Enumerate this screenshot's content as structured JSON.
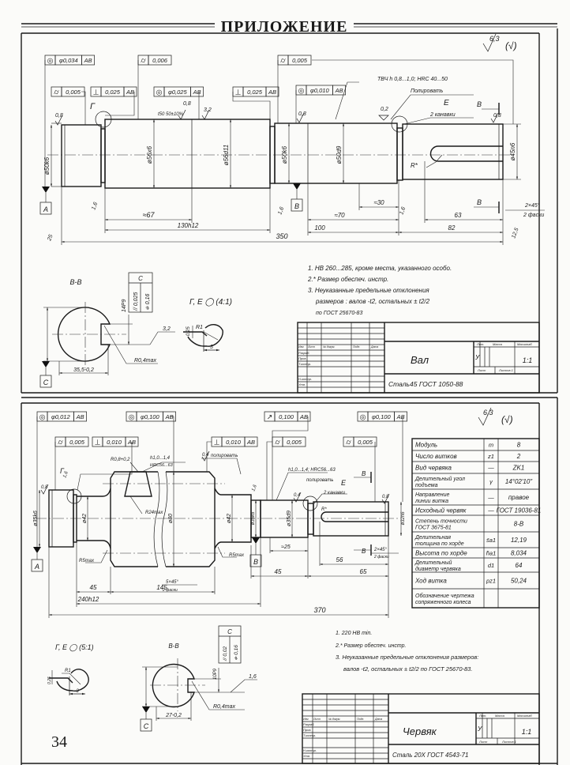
{
  "header": {
    "title": "ПРИЛОЖЕНИЕ"
  },
  "page_number": "34",
  "sheet1": {
    "general_roughness": "6,3",
    "other_roughness": "(√)",
    "tolerances": [
      {
        "symbol": "concentricity",
        "value": "φ0,034",
        "base": "AB"
      },
      {
        "symbol": "cylindricity",
        "value": "0,006"
      },
      {
        "symbol": "cylindricity",
        "value": "0,005"
      },
      {
        "symbol": "cylindricity",
        "value": "0,005"
      },
      {
        "symbol": "perpendicularity",
        "value": "0,025",
        "base": "AB"
      },
      {
        "symbol": "concentricity",
        "value": "φ0,025",
        "base": "AB"
      },
      {
        "symbol": "perpendicularity",
        "value": "0,025",
        "base": "AB"
      },
      {
        "symbol": "concentricity",
        "value": "φ0,010",
        "base": "AB"
      }
    ],
    "diameters": [
      "ø50k6",
      "ø56x6",
      "ø56d11",
      "ø50k6",
      "ø50d9",
      "ø45n6"
    ],
    "roughness": [
      "0,8",
      "0,8",
      "3,2",
      "0,8",
      "0,2",
      "0,8",
      "1,6",
      "1,6",
      "1,6",
      "25",
      "12,5"
    ],
    "length_note": "t50 50±10%",
    "dimensions": [
      "350",
      "130h12",
      "≈67",
      "100",
      "≈70",
      "≈30",
      "82",
      "63"
    ],
    "annotations": {
      "hardening": "ТВЧ h 0,8...1,0; HRC 40...50",
      "polish": "Полировать",
      "detail_e": "Е",
      "grooves": "2 канавки",
      "detail_g": "Г",
      "section_mark": "В",
      "chamfer": "2×45°",
      "chamfer_count": "2 фаски",
      "radius": "R*"
    },
    "datums": [
      "A",
      "B",
      "C"
    ],
    "section": {
      "title": "В-В",
      "width_dim": "35,5-0,2",
      "key_dim": "14P9",
      "frame_base": "C",
      "frame_parallel": "// 0,025",
      "frame_symmetry": "≑ 0,16",
      "roughness": "3,2",
      "radius": "R0,4max"
    },
    "detail": {
      "title": "Г, Е ◯ (4:1)",
      "radius": "R1",
      "depth": "0,25",
      "width": "3"
    },
    "notes": [
      "1. HB 260...285, кроме места, указанного особо.",
      "2.* Размер обеспеч. инстр.",
      "3. Неуказанные предельные отклонения",
      "размеров : валов -t2, остальных ± t2/2",
      "по ГОСТ 25670-83"
    ],
    "title_block": {
      "name": "Вал",
      "material": "Сталь45 ГОСТ 1050-88",
      "scale": "1:1",
      "letter": "У",
      "col_labels": [
        "Изм",
        "Лист",
        "№ докум.",
        "Подп.",
        "Дата"
      ],
      "row_labels": [
        "Разраб.",
        "Пров.",
        "Т.контр.",
        "Н.контр.",
        "Утв."
      ],
      "lit_label": "Лит.",
      "mass_label": "Масса",
      "scale_label": "Масштаб",
      "sheet_label": "Лист",
      "sheets_label": "Листов 1"
    }
  },
  "sheet2": {
    "general_roughness": "6,3",
    "other_roughness": "(√)",
    "tolerances": [
      {
        "symbol": "concentricity",
        "value": "φ0,012",
        "base": "AB"
      },
      {
        "symbol": "concentricity",
        "value": "φ0,100",
        "base": "AB"
      },
      {
        "symbol": "cylindricity",
        "value": "0,005"
      },
      {
        "symbol": "perpendicularity",
        "value": "0,010",
        "base": "AB"
      },
      {
        "symbol": "perpendicularity",
        "value": "0,010",
        "base": "AB"
      },
      {
        "symbol": "runout",
        "value": "0,100",
        "base": "AB"
      },
      {
        "symbol": "cylindricity",
        "value": "0,005"
      },
      {
        "symbol": "concentricity",
        "value": "φ0,100",
        "base": "AB"
      },
      {
        "symbol": "cylindricity",
        "value": "0,005"
      }
    ],
    "diameters": [
      "ø35k6",
      "ø42",
      "ø80",
      "ø42",
      "ø35k6",
      "ø35d9",
      "ø32n6"
    ],
    "roughness": [
      "0,8",
      "1,6",
      "0,4",
      "1,6",
      "0,4",
      "0,8"
    ],
    "dimensions": [
      "45",
      "145",
      "240h12",
      "370",
      "45",
      "65",
      "56",
      "≈25"
    ],
    "annotations": {
      "tooth_radius": "R0,8+0,2",
      "tooth_hardening_1": "h1,0...1,4",
      "tooth_hardening_2": "HRC56...63",
      "polish_left": "полировать",
      "root_radius": "R24max",
      "fillet_left": "R5max",
      "fillet_right": "R5max",
      "chamfer_body": "5×45°",
      "chamfer_body_count": "2 фаски",
      "hardening": "h1,0...1,4; HRC56...63",
      "polish": "полировать",
      "detail_e": "Е",
      "grooves": "2 канавки",
      "radius": "R*",
      "section_mark": "В",
      "chamfer": "2×45°",
      "chamfer_count": "2 фаски",
      "detail_g": "Г"
    },
    "datums": [
      "A",
      "B",
      "C"
    ],
    "parameters_table": [
      {
        "name": "Модуль",
        "symbol": "m",
        "value": "8"
      },
      {
        "name": "Число витков",
        "symbol": "z1",
        "value": "2"
      },
      {
        "name": "Вид червяка",
        "symbol": "—",
        "value": "ZK1"
      },
      {
        "name": "Делительный угол подъема",
        "symbol": "γ",
        "value": "14°02'10\""
      },
      {
        "name": "Направление линии витка",
        "symbol": "—",
        "value": "правое"
      },
      {
        "name": "Исходный червяк",
        "symbol": "—",
        "value": "ГОСТ 19036-81"
      },
      {
        "name": "Степень точности ГОСТ 3675-81",
        "symbol": "",
        "value": "8-В"
      },
      {
        "name": "Делительная толщина по хорде",
        "symbol": "s̄a1",
        "value": "12,19"
      },
      {
        "name": "Высота по хорде",
        "symbol": "h̄a1",
        "value": "8,034"
      },
      {
        "name": "Делительный диаметр червяка",
        "symbol": "d1",
        "value": "64"
      },
      {
        "name": "Ход витка",
        "symbol": "pz1",
        "value": "50,24"
      },
      {
        "name": "Обозначение чертежа сопряженного колеса",
        "symbol": "",
        "value": ""
      }
    ],
    "section": {
      "title": "В-В",
      "width_dim": "27-0,2",
      "key_dim": "10P9",
      "frame_base": "C",
      "frame_parallel": "// 0,02",
      "frame_symmetry": "≑ 0,16",
      "roughness": "1,6",
      "radius": "R0,4max"
    },
    "detail": {
      "title": "Г, Е ◯ (5:1)",
      "radius": "R1",
      "depth": "0,25",
      "width": "3"
    },
    "notes": [
      "1. 220 HB min.",
      "2.* Размер обеспеч. инстр.",
      "3. Неуказанные предельные отклонения размеров:",
      "валов -t2, остальных ± t2/2 по ГОСТ 25670-83."
    ],
    "title_block": {
      "name": "Червяк",
      "material": "Сталь 20Х ГОСТ 4543-71",
      "scale": "1:1",
      "letter": "У",
      "col_labels": [
        "Изм",
        "Лист",
        "№ докум.",
        "Подп.",
        "Дата"
      ],
      "row_labels": [
        "Разраб.",
        "Пров.",
        "Т.контр.",
        "Н.контр.",
        "Утв."
      ],
      "lit_label": "Лит.",
      "mass_label": "Масса",
      "scale_label": "Масштаб",
      "sheet_label": "Лист",
      "sheets_label": "Листов 1"
    }
  }
}
